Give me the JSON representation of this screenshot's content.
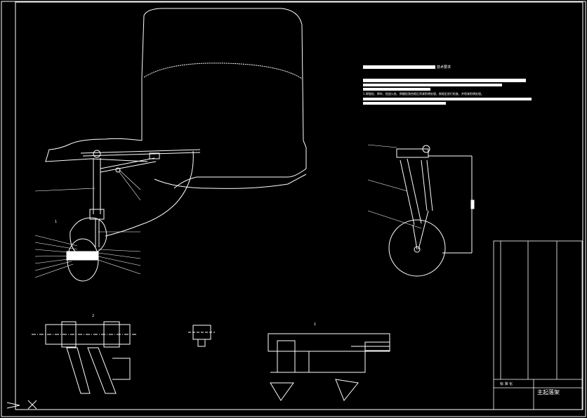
{
  "drawing": {
    "notes_heading": "技术要求",
    "notes_line": "1.焊接处、焊牢、经退火处、焊缝检测合格后涂漆防锈处理，按规定进行检查，并喷漆防锈处理。",
    "title_block": {
      "drawing_title": "主起落架",
      "left_cell_label": "标  准  化"
    },
    "detail_marks": {
      "section_mark_1": "1",
      "section_mark_2": "2",
      "section_mark_3": "1"
    }
  }
}
